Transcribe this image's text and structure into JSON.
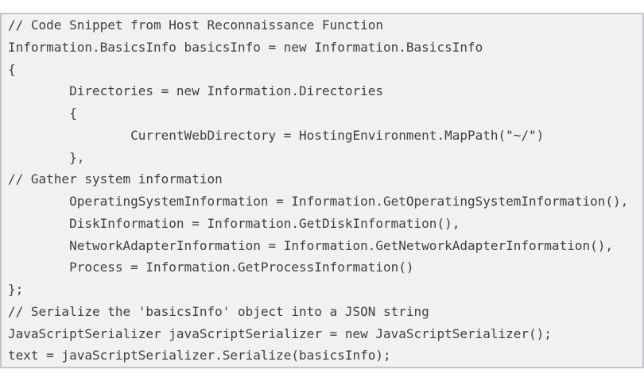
{
  "code_block": {
    "language": "csharp",
    "colors": {
      "background": "#f1f1f3",
      "border": "#c5c5c9",
      "text": "#3f3f42"
    },
    "lines": [
      "// Code Snippet from Host Reconnaissance Function",
      "Information.BasicsInfo basicsInfo = new Information.BasicsInfo",
      "{",
      "        Directories = new Information.Directories",
      "        {",
      "                CurrentWebDirectory = HostingEnvironment.MapPath(\"~/\")",
      "        },",
      "// Gather system information",
      "        OperatingSystemInformation = Information.GetOperatingSystemInformation(),",
      "        DiskInformation = Information.GetDiskInformation(),",
      "        NetworkAdapterInformation = Information.GetNetworkAdapterInformation(),",
      "        Process = Information.GetProcessInformation()",
      "};",
      "// Serialize the 'basicsInfo' object into a JSON string",
      "JavaScriptSerializer javaScriptSerializer = new JavaScriptSerializer();",
      "text = javaScriptSerializer.Serialize(basicsInfo);"
    ]
  }
}
